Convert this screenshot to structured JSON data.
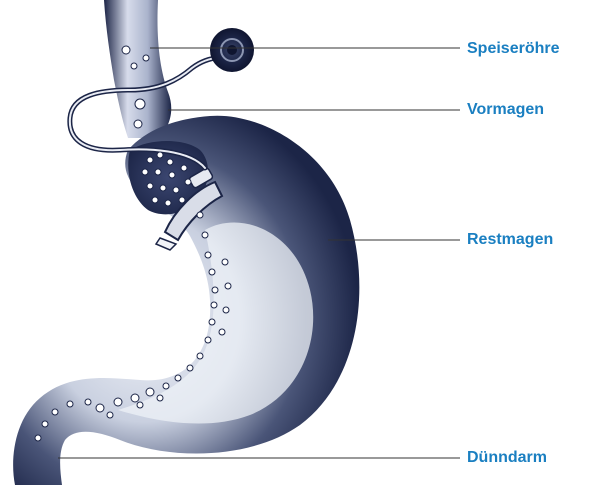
{
  "diagram": {
    "labels": [
      {
        "id": "esophagus",
        "text": "Speiseröhre"
      },
      {
        "id": "pouch",
        "text": "Vormagen"
      },
      {
        "id": "remnant-stomach",
        "text": "Restmagen"
      },
      {
        "id": "small-intestine",
        "text": "Dünndarm"
      }
    ],
    "colors": {
      "label": "#1a7fc1",
      "organ_dark": "#1c2547",
      "organ_light": "#eef1f7",
      "leader_line": "#333333"
    }
  }
}
